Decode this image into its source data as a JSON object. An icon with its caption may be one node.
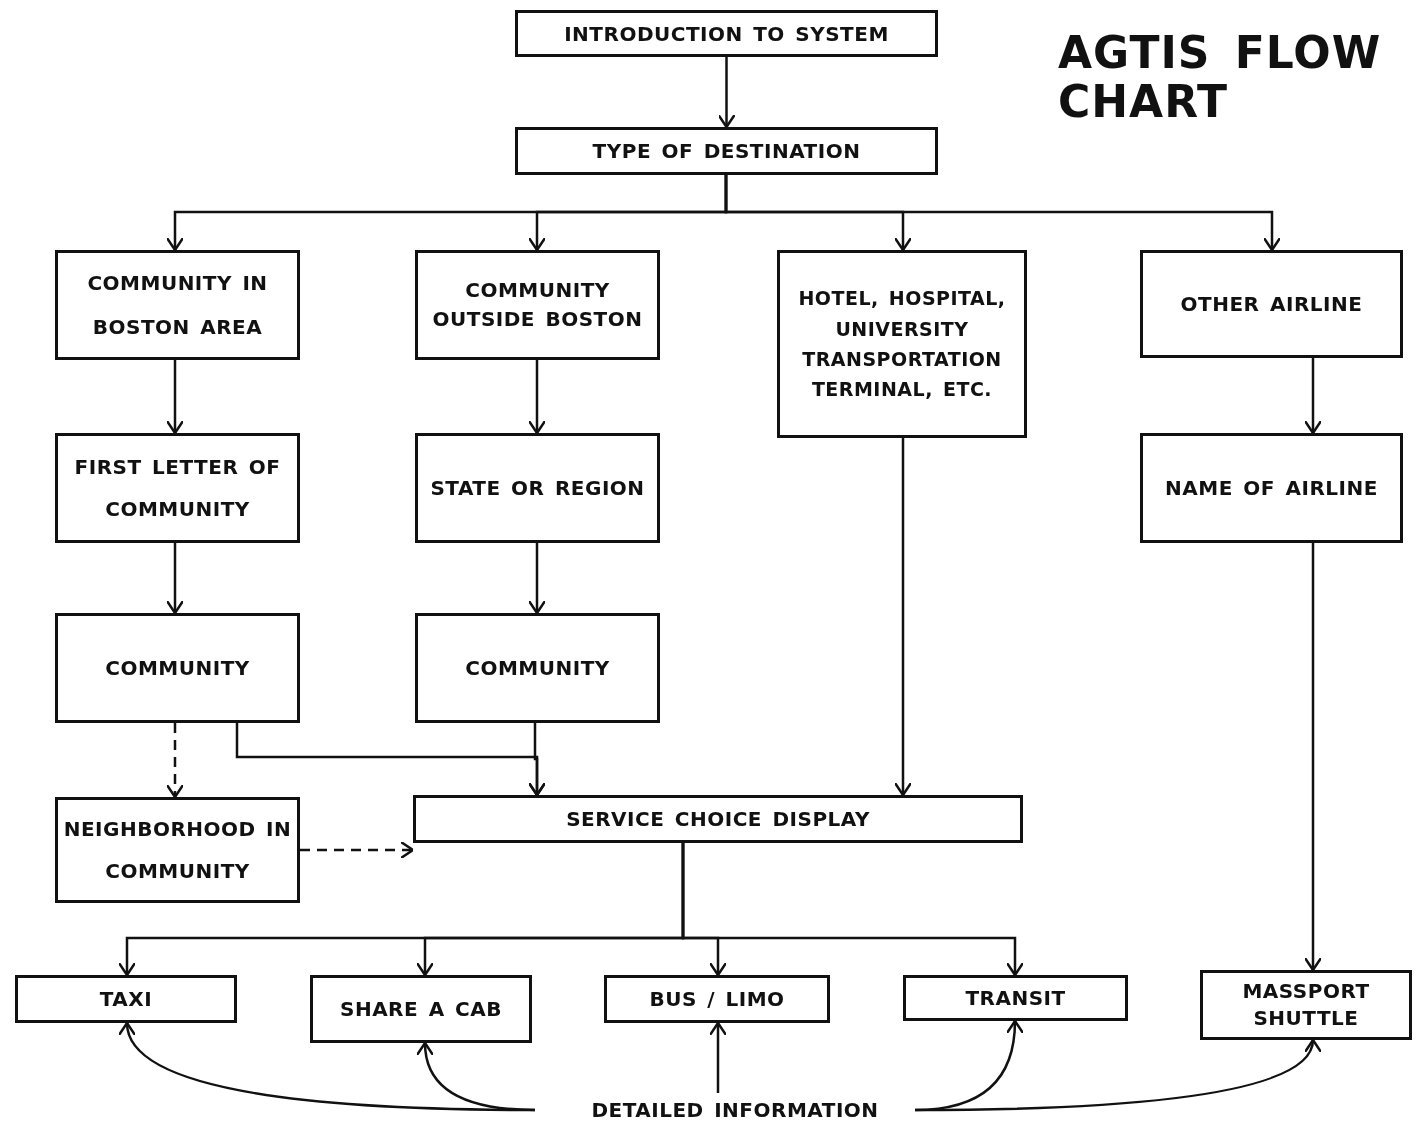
{
  "diagram": {
    "title": "AGTIS FLOW CHART",
    "nodes": [
      {
        "text": [
          "INTRODUCTION TO SYSTEM"
        ]
      },
      {
        "text": [
          "TYPE OF DESTINATION"
        ]
      },
      {
        "text": [
          "COMMUNITY IN BOSTON AREA"
        ]
      },
      {
        "text": [
          "COMMUNITY OUTSIDE BOSTON"
        ]
      },
      {
        "text": [
          "HOTEL, HOSPITAL, UNIVERSITY TRANSPORTATION TERMINAL, ETC."
        ]
      },
      {
        "text": [
          "OTHER AIRLINE"
        ]
      },
      {
        "text": [
          "FIRST LETTER OF COMMUNITY"
        ]
      },
      {
        "text": [
          "STATE OR REGION"
        ]
      },
      {
        "text": [
          "NAME OF AIRLINE"
        ]
      },
      {
        "text": [
          "COMMUNITY"
        ]
      },
      {
        "text": [
          "COMMUNITY"
        ]
      },
      {
        "text": [
          "NEIGHBORHOOD IN COMMUNITY"
        ]
      },
      {
        "text": [
          "SERVICE CHOICE DISPLAY"
        ]
      },
      {
        "text": [
          "TAXI"
        ]
      },
      {
        "text": [
          "SHARE A CAB"
        ]
      },
      {
        "text": [
          "BUS / LIMO"
        ]
      },
      {
        "text": [
          "TRANSIT"
        ]
      },
      {
        "text": [
          "MASSPORT SHUTTLE"
        ]
      },
      {
        "text": [
          "DETAILED INFORMATION"
        ]
      }
    ],
    "edges": [
      {
        "from": 0,
        "to": 1,
        "arrow": "to"
      },
      {
        "from": 1,
        "to": 2,
        "arrow": "to"
      },
      {
        "from": 1,
        "to": 3,
        "arrow": "to"
      },
      {
        "from": 1,
        "to": 4,
        "arrow": "to"
      },
      {
        "from": 1,
        "to": 5,
        "arrow": "to"
      },
      {
        "from": 2,
        "to": 6,
        "arrow": "to"
      },
      {
        "from": 3,
        "to": 7,
        "arrow": "to"
      },
      {
        "from": 5,
        "to": 8,
        "arrow": "to"
      },
      {
        "from": 6,
        "to": 9,
        "arrow": "to"
      },
      {
        "from": 7,
        "to": 10,
        "arrow": "to"
      },
      {
        "from": 9,
        "to": 11,
        "arrow": "to",
        "style": "dashed"
      },
      {
        "from": 9,
        "to": 12,
        "arrow": "to"
      },
      {
        "from": 10,
        "to": 12,
        "arrow": "to"
      },
      {
        "from": 4,
        "to": 12,
        "arrow": "to"
      },
      {
        "from": 11,
        "to": 12,
        "arrow": "to",
        "style": "dashed"
      },
      {
        "from": 8,
        "to": 17,
        "arrow": "to"
      },
      {
        "from": 12,
        "to": 13,
        "arrow": "to"
      },
      {
        "from": 12,
        "to": 14,
        "arrow": "to"
      },
      {
        "from": 12,
        "to": 15,
        "arrow": "to"
      },
      {
        "from": 12,
        "to": 16,
        "arrow": "to"
      },
      {
        "from": 18,
        "to": 13,
        "arrow": "to"
      },
      {
        "from": 18,
        "to": 14,
        "arrow": "to"
      },
      {
        "from": 18,
        "to": 15,
        "arrow": "to"
      },
      {
        "from": 18,
        "to": 16,
        "arrow": "to"
      },
      {
        "from": 18,
        "to": 17,
        "arrow": "to"
      }
    ]
  }
}
